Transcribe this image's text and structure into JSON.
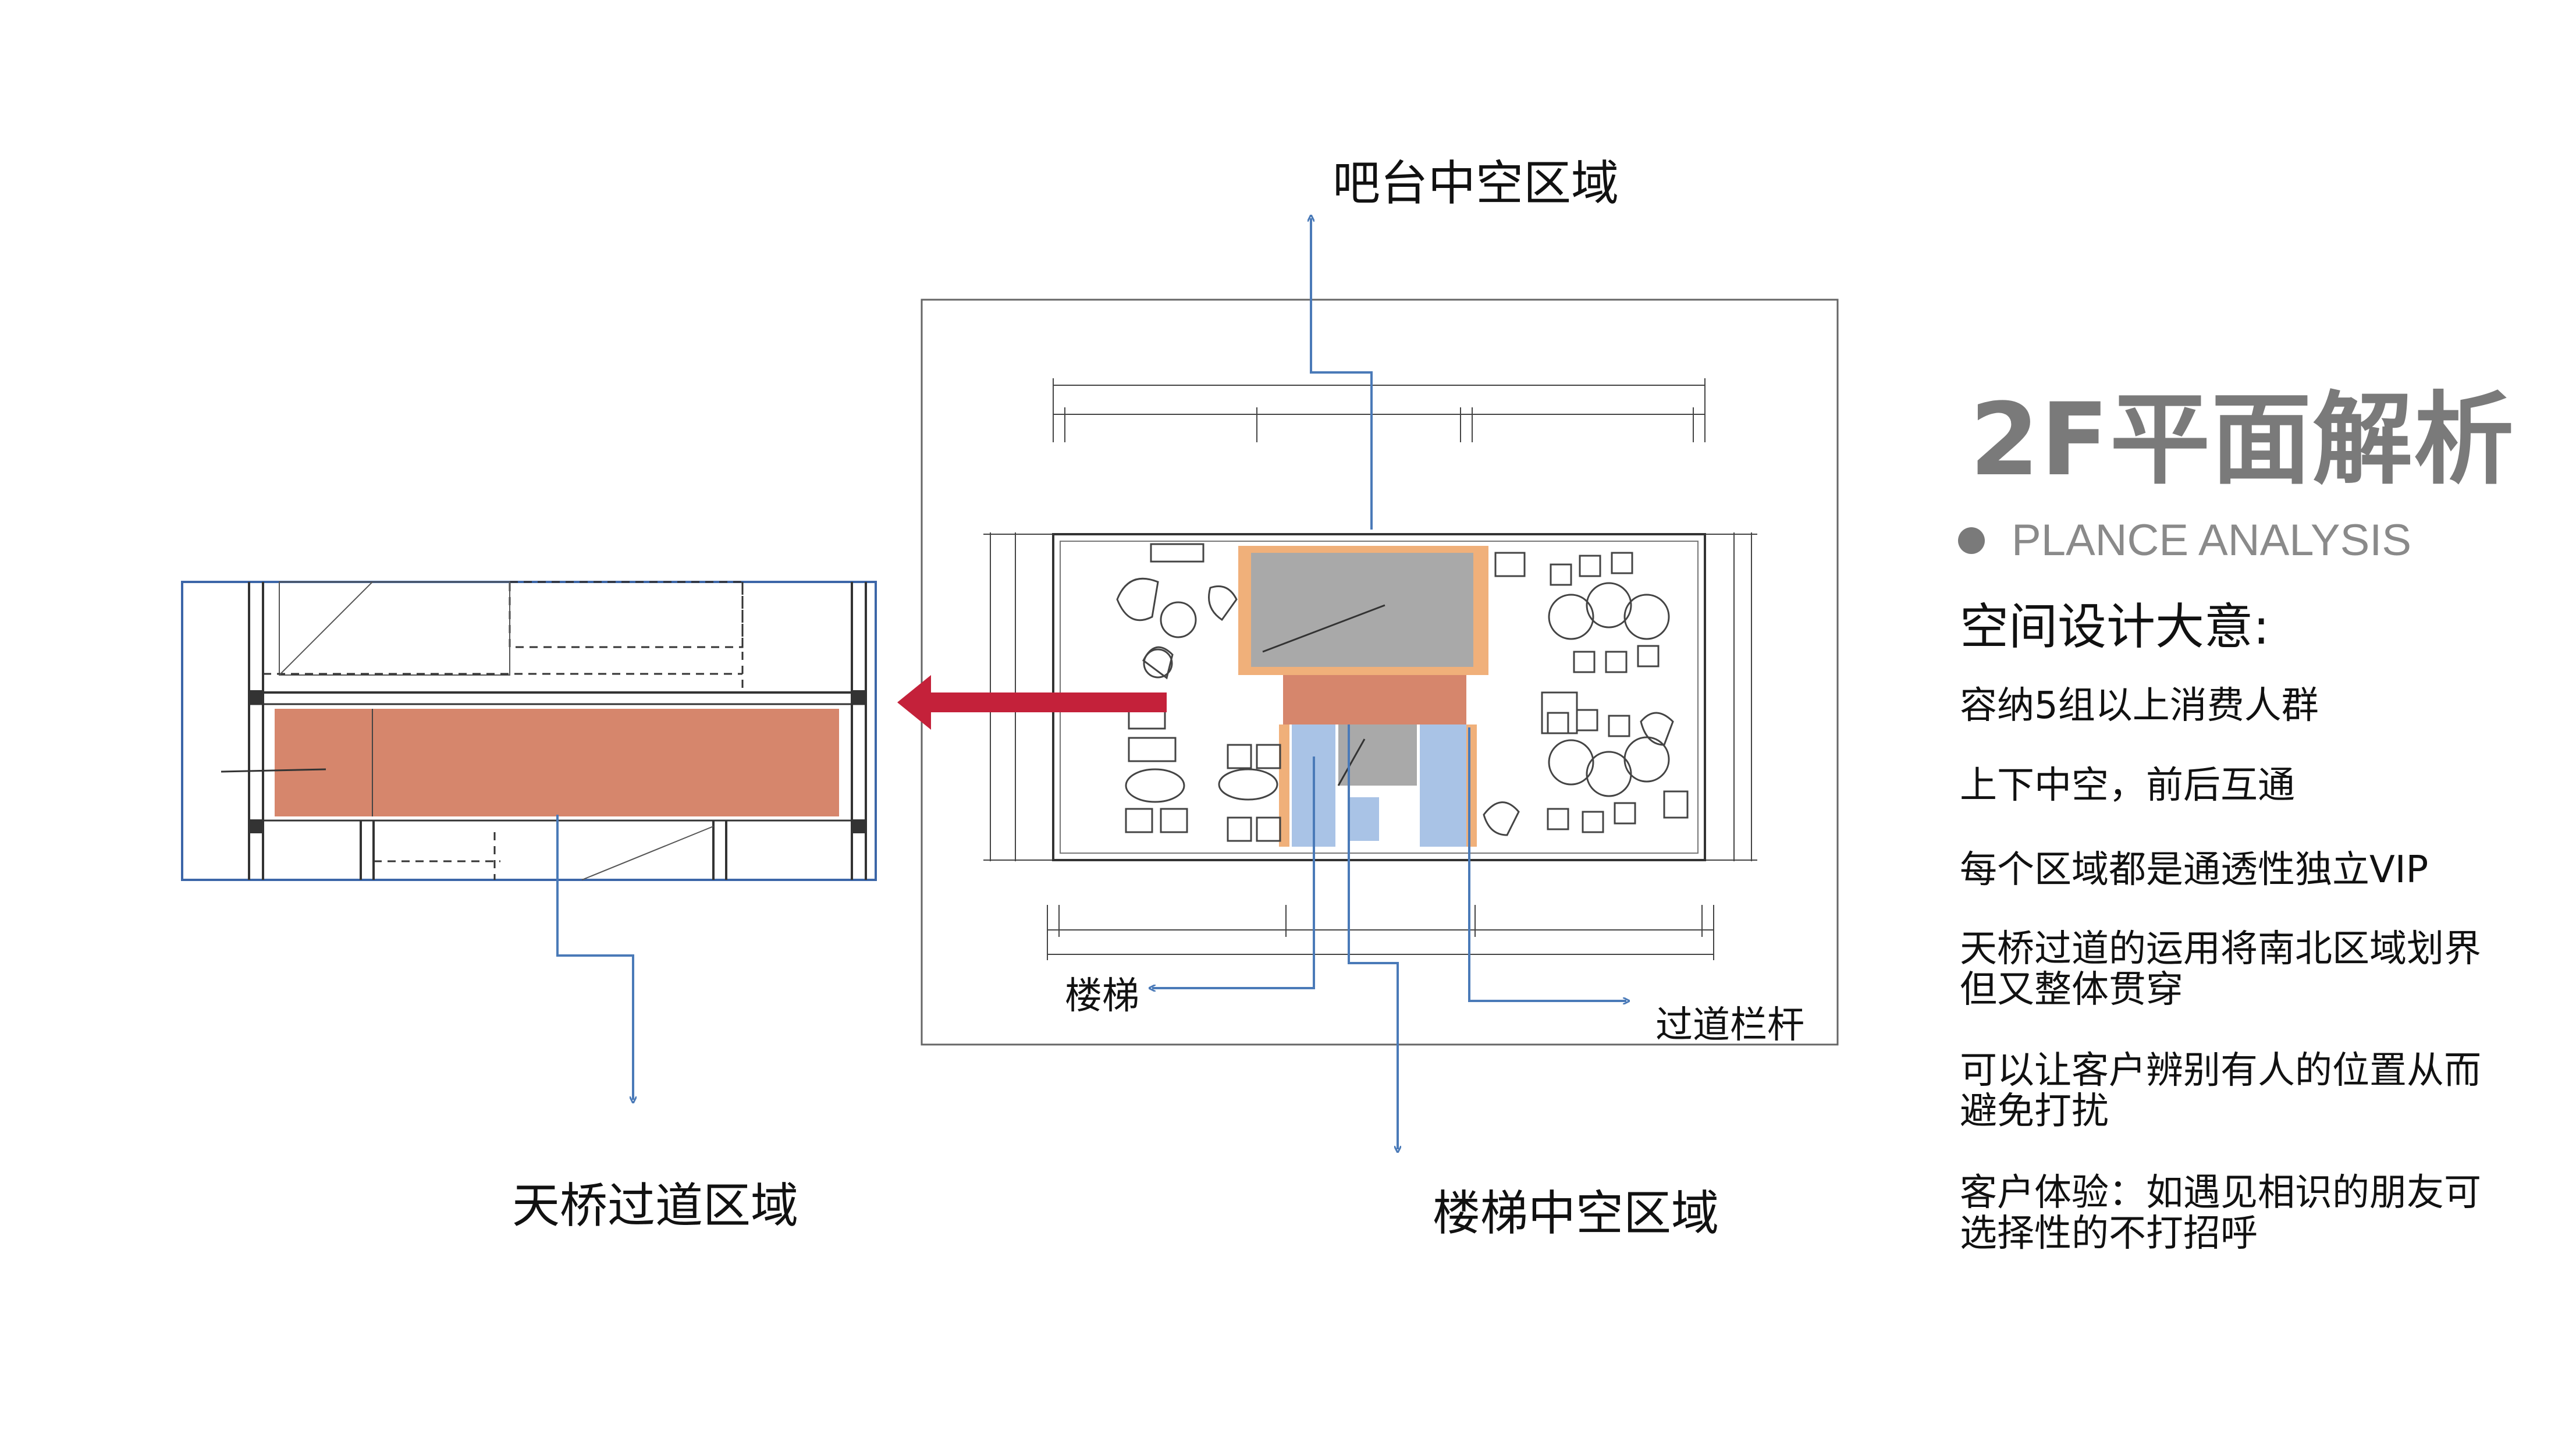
{
  "labels": {
    "bar_void": "吧台中空区域",
    "bridge_area": "天桥过道区域",
    "stair_void": "楼梯中空区域",
    "stairs": "楼梯",
    "railing": "过道栏杆"
  },
  "panel": {
    "title": "2F平面解析",
    "subtitle": "PLANCE ANALYSIS",
    "heading": "空间设计大意:",
    "points": [
      "容纳5组以上消费人群",
      "上下中空，前后互通",
      "每个区域都是通透性独立VIP",
      "天桥过道的运用将南北区域划界\n但又整体贯穿",
      "可以让客户辨别有人的位置从而\n避免打扰",
      "客户体验：如遇见相识的朋友可\n选择性的不打招呼"
    ]
  },
  "colors": {
    "leader": "#4a7ab8",
    "bridge_fill": "#d6866c",
    "accent_arrow": "#c4213a",
    "orange_band": "#f0b07a",
    "stair_blue": "#a9c3e6",
    "void_gray": "#a9a9a9",
    "title_gray": "#7a7a7a"
  }
}
